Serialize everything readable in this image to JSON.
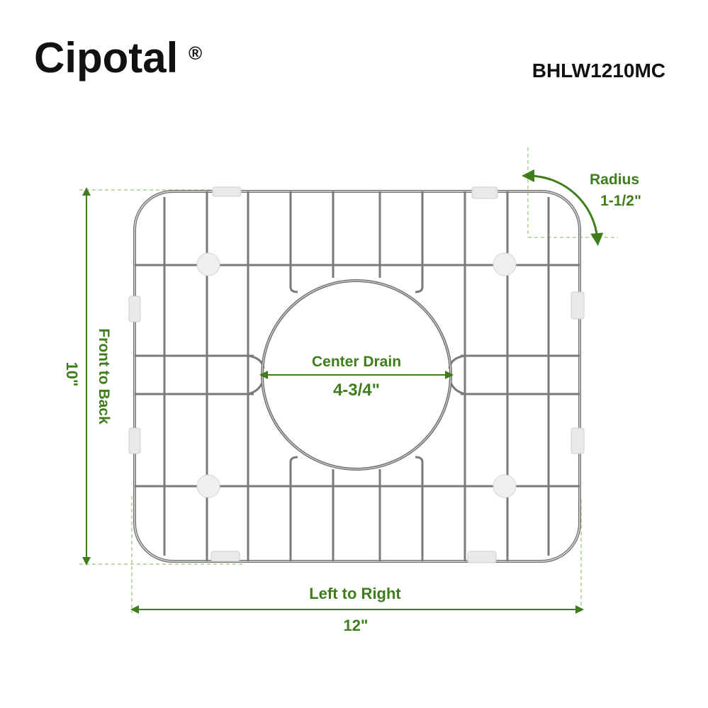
{
  "header": {
    "brand": "Cipotal",
    "registered_mark": "®",
    "model": "BHLW1210MC"
  },
  "dimensions": {
    "radius_label": "Radius",
    "radius_value": "1-1/2\"",
    "center_drain_label": "Center Drain",
    "center_drain_value": "4-3/4\"",
    "front_to_back_label": "Front to Back",
    "front_to_back_value": "10\"",
    "left_to_right_label": "Left to Right",
    "left_to_right_value": "12\""
  },
  "colors": {
    "dimension_green": "#3f7d1c",
    "guide_green": "#a9cf8a",
    "wire": "#6f6f6f",
    "bumper": "#e6e6e6"
  }
}
